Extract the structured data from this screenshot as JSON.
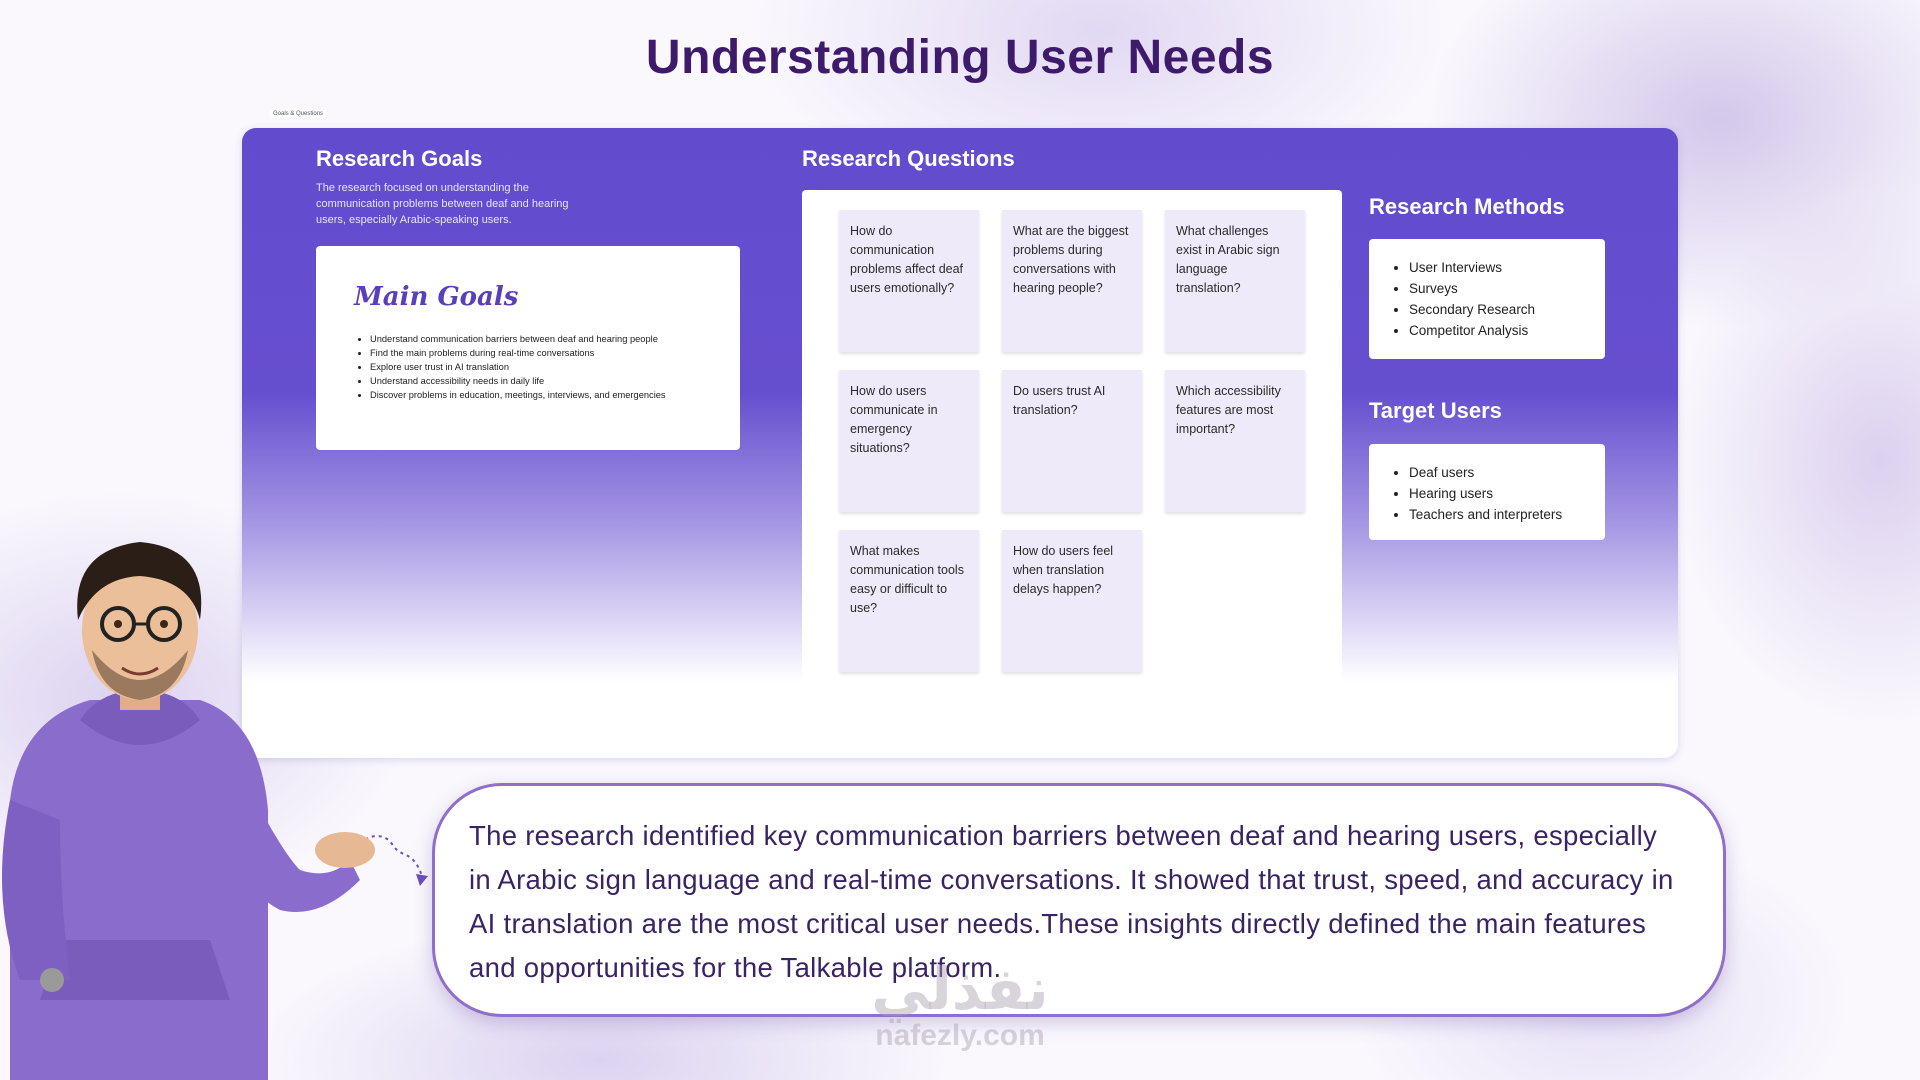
{
  "title": "Understanding User Needs",
  "board_tag": "Goals & Questions",
  "research_goals": {
    "heading": "Research Goals",
    "description": "The research focused on understanding the communication problems between deaf and hearing users, especially Arabic-speaking users.",
    "card_title": "Main Goals",
    "items": [
      "Understand communication barriers between deaf and hearing people",
      "Find the main problems during real-time conversations",
      "Explore user trust in AI translation",
      "Understand accessibility needs in daily life",
      "Discover problems in education, meetings, interviews, and emergencies"
    ]
  },
  "research_questions": {
    "heading": "Research Questions",
    "notes": [
      "How do communication problems affect deaf users emotionally?",
      "What are the biggest problems during conversations with hearing people?",
      "What challenges exist in Arabic sign language translation?",
      "How do users communicate in emergency situations?",
      "Do users trust AI translation?",
      "Which accessibility features are most important?",
      "What makes communication tools easy or difficult to use?",
      "How do users feel when translation delays happen?"
    ]
  },
  "research_methods": {
    "heading": "Research Methods",
    "items": [
      "User Interviews",
      "Surveys",
      "Secondary Research",
      "Competitor Analysis"
    ]
  },
  "target_users": {
    "heading": "Target Users",
    "items": [
      "Deaf users",
      "Hearing users",
      "Teachers and interpreters"
    ]
  },
  "speech": "The research identified key communication barriers between deaf and hearing users, especially in Arabic sign language and real-time conversations. It showed that trust, speed, and accuracy in AI translation are the most critical user needs.These insights directly defined the main features and opportunities for the Talkable platform.",
  "watermark": {
    "arabic": "نفذلي",
    "latin": "nafezly.com"
  },
  "colors": {
    "title": "#3e1a6b",
    "board": "#634bce",
    "note": "#efeafa",
    "speech_border": "#8f6fc8",
    "hoodie": "#8a6ccc"
  }
}
